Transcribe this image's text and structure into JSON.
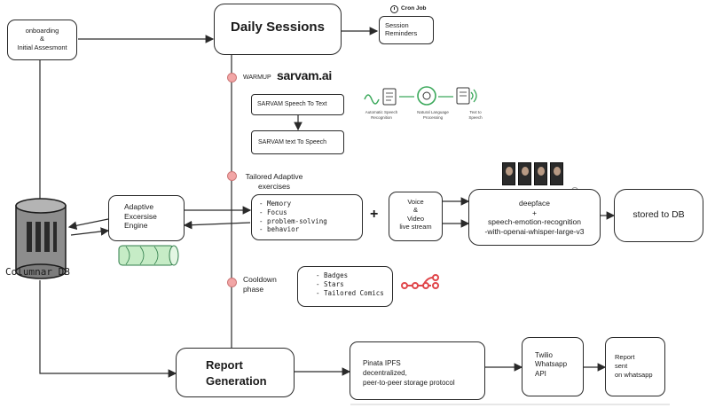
{
  "nodes": {
    "onboarding": "onboarding\n&\nInitial Assesmont",
    "daily_sessions": "Daily Sessions",
    "cron_job": "Cron Job",
    "session_reminders": "Session\nReminders",
    "warmup": "WARMUP",
    "sarvam_logo": "sarvam.ai",
    "sarvam_stt": "SARVAM Speech To Text",
    "sarvam_tts": "SARVAM text To Speech",
    "asr_label": "Automatic Speech\nRecognition",
    "nlp_label": "Natural Language\nProcessing",
    "tts_label": "Text to\nSpeech",
    "tailored": "Tailored Adaptive\nexercises",
    "exercise_list": "- Memory\n- Focus\n- problem-solving\n- behavior",
    "adaptive_engine": "Adaptive\nExcersise\nEngine",
    "columnar_db": "Columnar DB",
    "plus": "+",
    "voice_video": "Voice\n&\nVideo\nlive stream",
    "deepface": "deepface\n+\nspeech-emotion-recognition\n-with-openai-whisper-large-v3",
    "stored_db": "stored to DB",
    "cooldown": "Cooldown\nphase",
    "rewards_list": "- Badges\n- Stars\n- Tailored Comics",
    "report_generation": "Report\nGeneration",
    "pinata": "Pinata IPFS\ndecentralized,\npeer-to-peer storage protocol",
    "twilio": "Twilio\nWhatsapp\nAPI",
    "report_sent": "Report\nsent\non whatsapp"
  },
  "colors": {
    "accent_dot": "#f2a6a6",
    "cylinder_green": "#c6ecc6",
    "sarvam_text": "#1a1a1a",
    "sarvam_accent": "#2e6bd8",
    "icon_green": "#3aa85a",
    "cooldown_icon": "#e0464a"
  }
}
